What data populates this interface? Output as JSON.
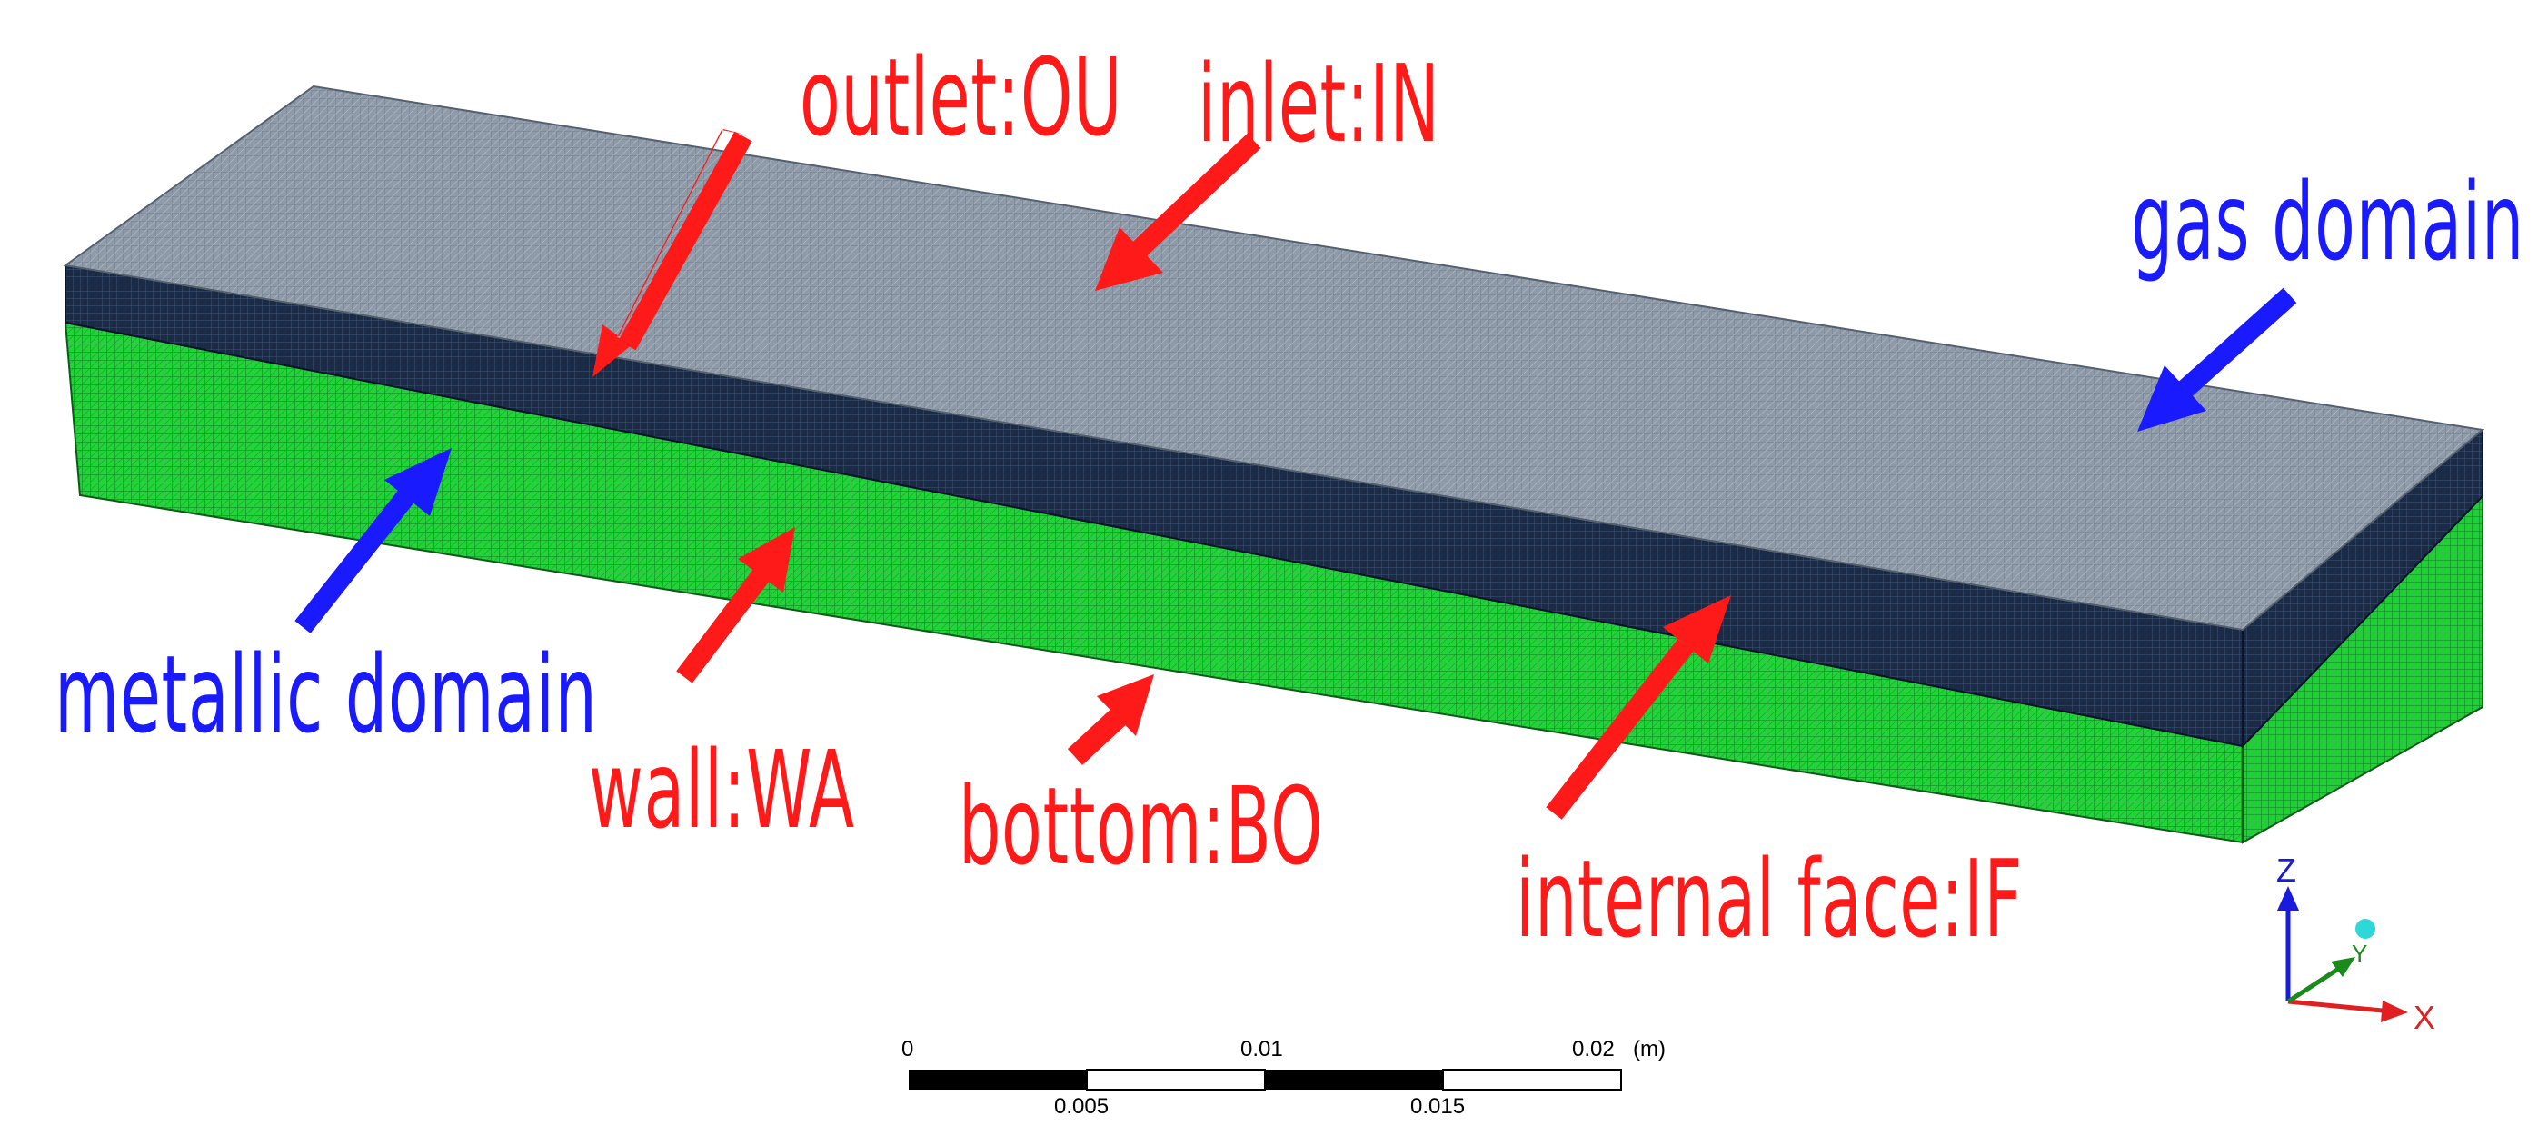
{
  "colors": {
    "boundary_label": "#ff1a1a",
    "domain_label": "#1a1aff",
    "gas_mesh_top": "#8f9aa8",
    "gas_mesh_side": "#1c2a44",
    "metal_mesh": "#22d33a",
    "axis_x": "#e02020",
    "axis_y": "#1a8a1a",
    "axis_z": "#1a1add"
  },
  "labels": {
    "outlet": "outlet:OU",
    "inlet": "inlet:IN",
    "gas_domain": "gas domain",
    "metallic_domain": "metallic domain",
    "wall": "wall:WA",
    "bottom": "bottom:BO",
    "internal_face": "internal face:IF"
  },
  "scale_bar": {
    "top_ticks": [
      "0",
      "0.01",
      "0.02"
    ],
    "bottom_ticks": [
      "0.005",
      "0.015"
    ],
    "unit": "(m)"
  },
  "axes": {
    "x": "X",
    "y": "Y",
    "z": "Z"
  }
}
